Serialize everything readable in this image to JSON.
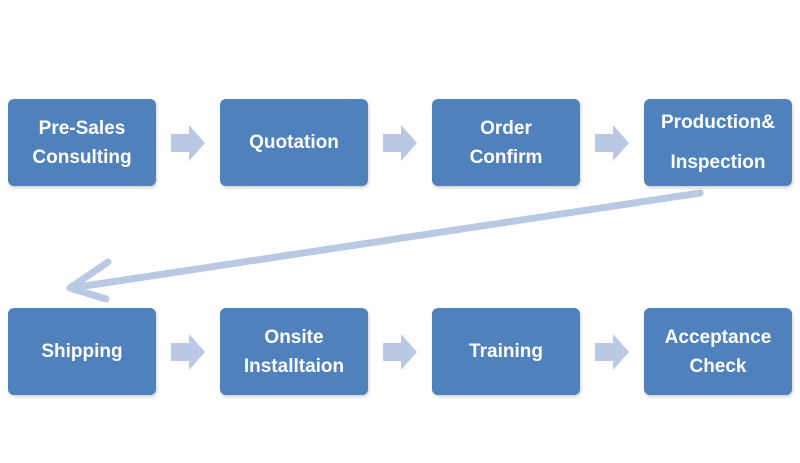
{
  "colors": {
    "box_fill": "#4f81bd",
    "box_text": "#ffffff",
    "arrow_fill": "#b9c9e3"
  },
  "flow": {
    "row1": [
      {
        "label": "Pre-Sales\nConsulting"
      },
      {
        "label": "Quotation"
      },
      {
        "label": "Order\nConfirm"
      },
      {
        "label": "Production&\nInspection"
      }
    ],
    "row2": [
      {
        "label": "Shipping"
      },
      {
        "label": "Onsite\nInstalltaion"
      },
      {
        "label": "Training"
      },
      {
        "label": "Acceptance\nCheck"
      }
    ]
  }
}
